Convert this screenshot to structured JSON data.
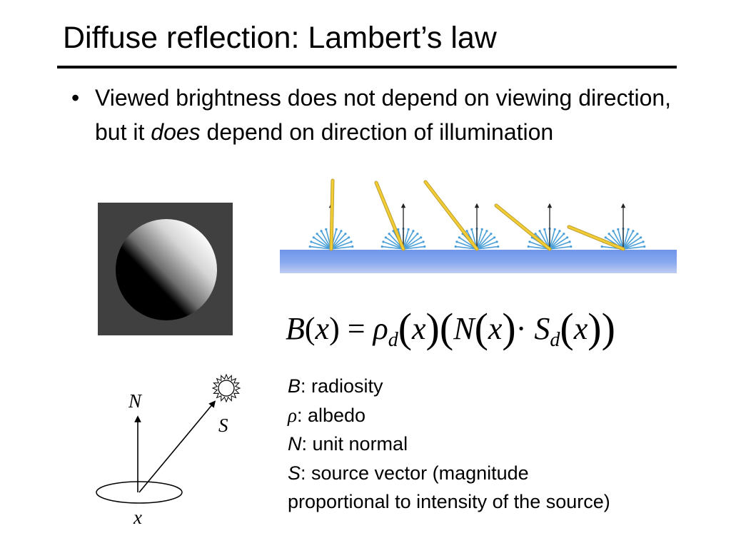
{
  "slide": {
    "title": "Diffuse reflection: Lambert’s law",
    "bullet": {
      "marker": "•",
      "text_before": "Viewed brightness does not depend on viewing direction, but it ",
      "emphasis": "does",
      "text_after": " depend on direction of illumination"
    }
  },
  "formula": {
    "lhs_symbol": "B",
    "lhs_arg": "x",
    "equals": "=",
    "rho": "ρ",
    "rho_sub": "d",
    "x1": "x",
    "n": "N",
    "x2": "x",
    "dot": "·",
    "s": "S",
    "s_sub": "d",
    "x3": "x"
  },
  "legend": [
    {
      "symbol": "B",
      "text": ": radiosity"
    },
    {
      "symbol": "ρ",
      "text": ": albedo"
    },
    {
      "symbol": "N",
      "text": ": unit normal"
    },
    {
      "symbol": "S",
      "text": ": source vector (magnitude"
    },
    {
      "symbol": "",
      "text": "proportional to intensity of the source)"
    }
  ],
  "diagram": {
    "normal_label": "N",
    "source_label": "S",
    "point_label": "x"
  },
  "colors": {
    "sphere_background": "#404040",
    "surface_blue": "#6f95ea",
    "light_ray": "#f2cc35",
    "scatter_ray": "#4a9fd8"
  }
}
